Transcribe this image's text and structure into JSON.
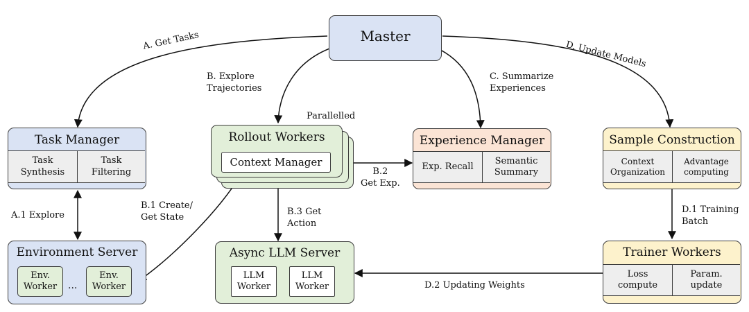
{
  "nodes": {
    "master": {
      "title": "Master"
    },
    "task_manager": {
      "title": "Task Manager",
      "cells": [
        "Task\nSynthesis",
        "Task\nFiltering"
      ]
    },
    "rollout_workers": {
      "title": "Rollout Workers",
      "inner": "Context Manager",
      "badge": "Parallelled"
    },
    "experience_manager": {
      "title": "Experience Manager",
      "cells": [
        "Exp. Recall",
        "Semantic\nSummary"
      ]
    },
    "sample_construction": {
      "title": "Sample Construction",
      "cells": [
        "Context\nOrganization",
        "Advantage\ncomputing"
      ]
    },
    "environment_server": {
      "title": "Environment Server",
      "workers": [
        "Env.\nWorker",
        "Env.\nWorker"
      ],
      "ellipsis": "..."
    },
    "async_llm_server": {
      "title": "Async LLM Server",
      "workers": [
        "LLM\nWorker",
        "LLM\nWorker"
      ]
    },
    "trainer_workers": {
      "title": "Trainer Workers",
      "cells": [
        "Loss\ncompute",
        "Param.\nupdate"
      ]
    }
  },
  "edges": {
    "a_get_tasks": "A. Get Tasks",
    "b_explore": "B. Explore\nTrajectories",
    "c_summarize": "C. Summarize\nExperiences",
    "d_update": "D. Update Models",
    "a1_explore": "A.1 Explore",
    "b1_create": "B.1 Create/\nGet State",
    "b2_get_exp": "B.2\nGet Exp.",
    "b3_get_action": "B.3 Get\nAction",
    "d1_training": "D.1 Training\nBatch",
    "d2_updating": "D.2 Updating Weights"
  },
  "colors": {
    "blue_fill": "#dae3f4",
    "green_fill": "#e2efd9",
    "peach_fill": "#fbe4d5",
    "yellow_fill": "#fdf2cc",
    "cell_fill": "#eeeeee",
    "worker_fill": "#ffffff",
    "stroke": "#3c3c3c"
  }
}
